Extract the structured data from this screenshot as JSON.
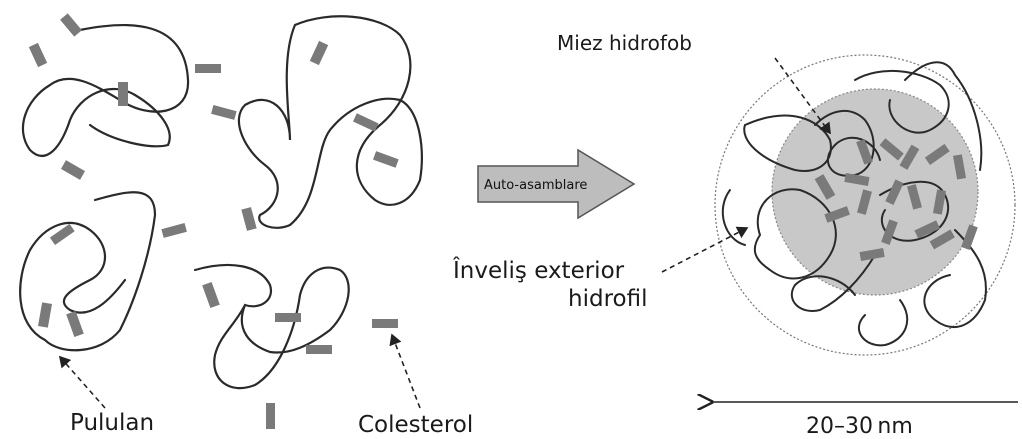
{
  "labels": {
    "miez": "Miez hidrofob",
    "invelis_line1": "Înveliş exterior",
    "invelis_line2": "hidrofil",
    "pululan": "Pululan",
    "colesterol": "Colesterol",
    "arrow": "Auto-asamblare",
    "scale": "20–30 nm"
  },
  "colors": {
    "chain": "#2a2a2a",
    "cholesterol": "#7a7a7a",
    "core_fill": "#c8c8c8",
    "arrow_fill": "#bdbdbd"
  }
}
